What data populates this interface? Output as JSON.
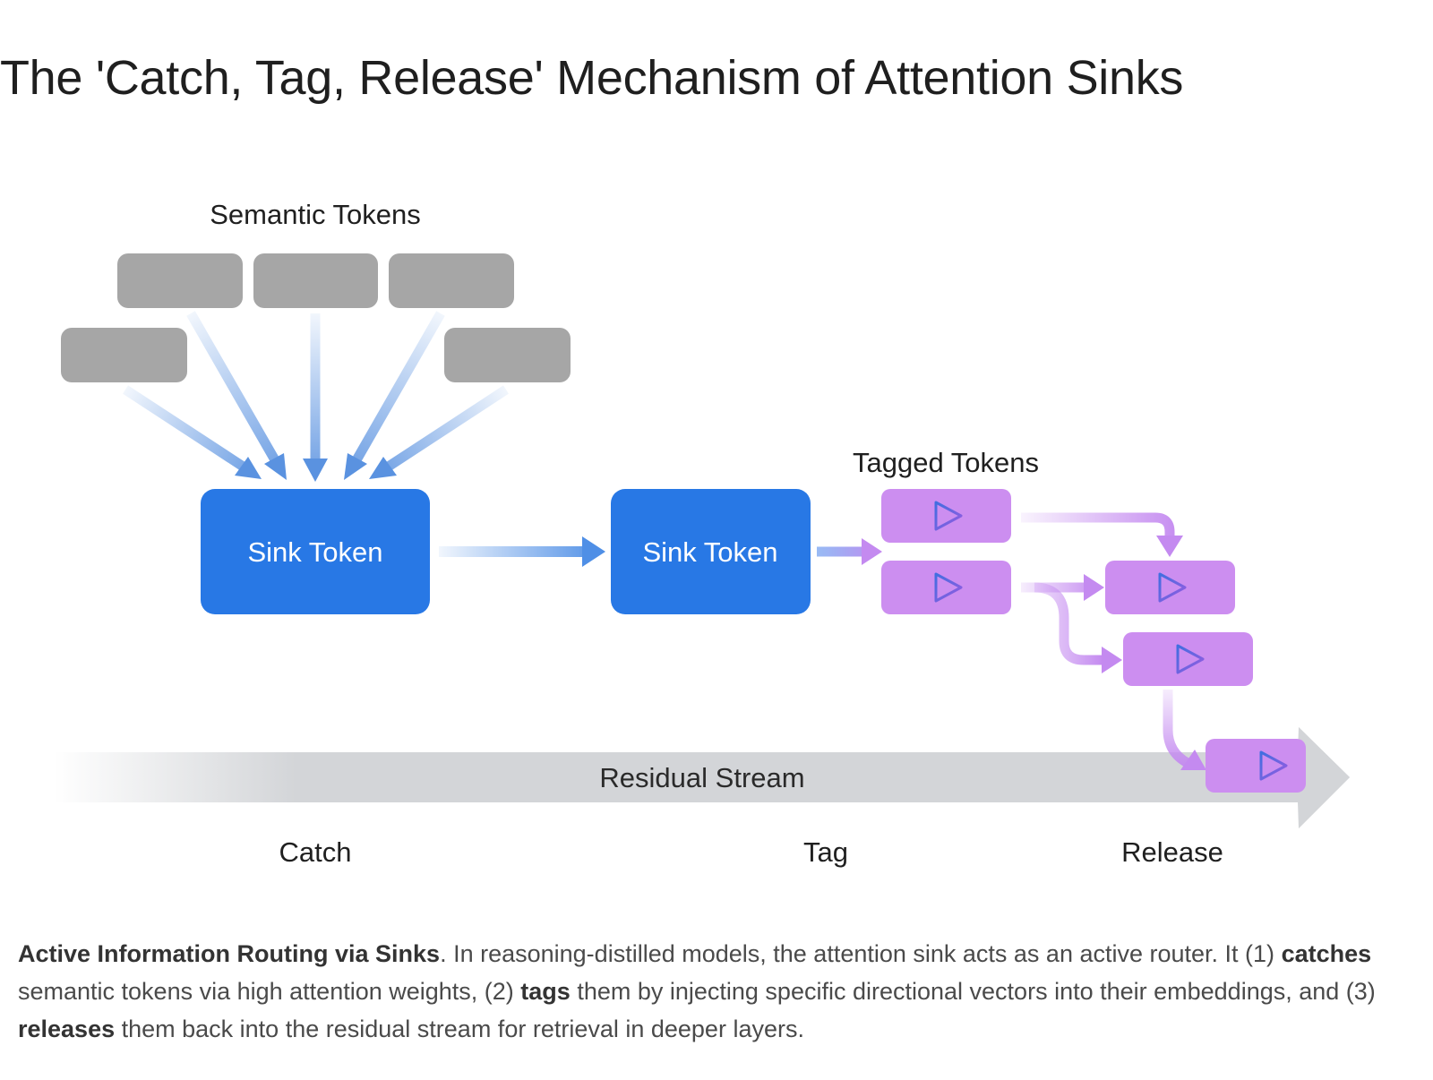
{
  "title": "The 'Catch, Tag, Release' Mechanism of Attention Sinks",
  "diagram": {
    "semantic_tokens_label": "Semantic Tokens",
    "sink_token_1": "Sink Token",
    "sink_token_2": "Sink Token",
    "tagged_tokens_label": "Tagged Tokens",
    "residual_stream_label": "Residual Stream",
    "stages": [
      "Catch",
      "Tag",
      "Release"
    ],
    "icons": {
      "tag_marker": "play-triangle-icon"
    },
    "colors": {
      "semantic_token": "#a6a6a6",
      "sink_token": "#2878e5",
      "tagged_token": "#cc8ef0",
      "residual_stream": "#d3d5d8",
      "arrow_blue": "#5a92e0",
      "arrow_purple": "#c48af0"
    }
  },
  "caption": {
    "heading": "Active Information Routing via Sinks",
    "text_1": ". In reasoning-distilled models, the attention sink acts as an active router. It (1) ",
    "term_catch": "catches",
    "text_2": " semantic tokens via high attention weights, (2) ",
    "term_tag": "tags",
    "text_3": " them by injecting specific directional vectors into their embeddings, and (3) ",
    "term_release": "releases",
    "text_4": " them back into the residual stream for retrieval in deeper layers."
  }
}
